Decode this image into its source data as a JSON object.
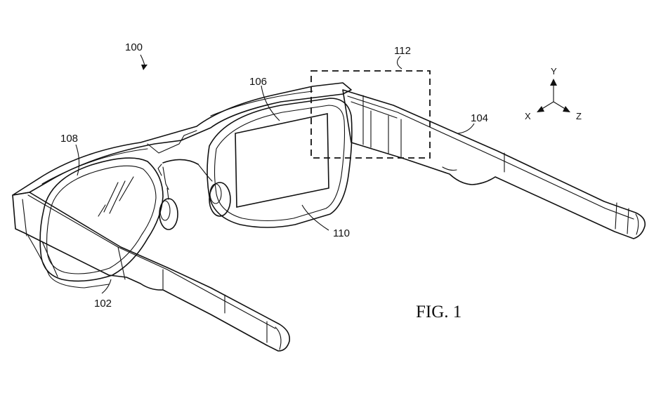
{
  "figure": {
    "caption": "FIG. 1",
    "reference_numerals": {
      "device": "100",
      "left_arm": "102",
      "right_arm": "104",
      "display": "106",
      "left_lens": "108",
      "right_lens": "110",
      "region": "112"
    },
    "axes": {
      "x": "X",
      "y": "Y",
      "z": "Z"
    }
  }
}
